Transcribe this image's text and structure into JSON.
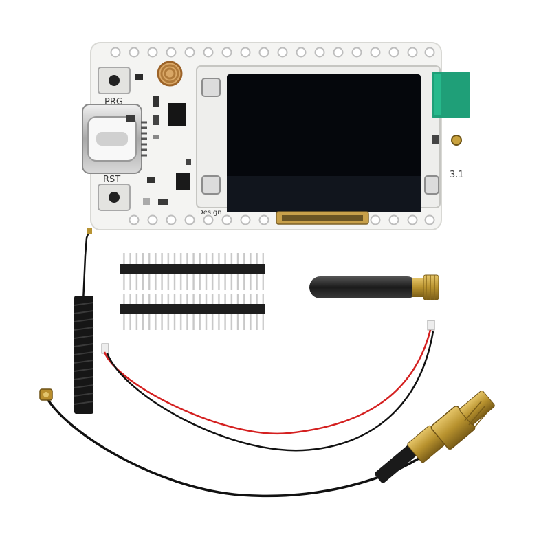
{
  "board": {
    "prg_label": "PRG",
    "rst_label": "RST",
    "version_label": "3.1",
    "design_label": "Design"
  },
  "kit": {
    "items": [
      "dev-board",
      "pin-header",
      "pin-header",
      "rod-antenna",
      "spring-antenna",
      "battery-cable",
      "sma-pigtail-cable"
    ]
  },
  "colors": {
    "pcb": "#f4f4f2",
    "oled": "#05070c",
    "wire_red": "#d42020",
    "wire_black": "#111111",
    "brass": "#b8922e"
  }
}
